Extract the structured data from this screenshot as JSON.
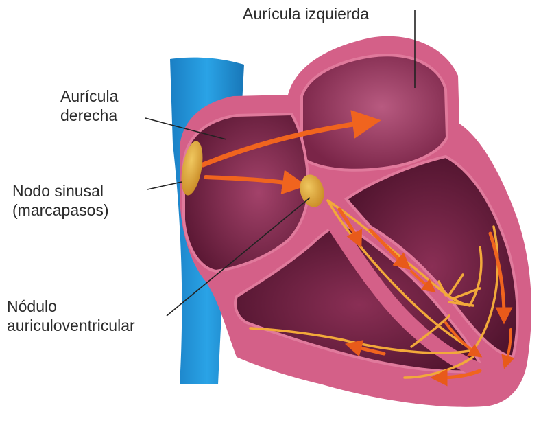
{
  "labels": {
    "left_atrium": "Aurícula izquierda",
    "right_atrium": [
      "Aurícula",
      "derecha"
    ],
    "sinus_node": [
      "Nodo sinusal",
      "(marcapasos)"
    ],
    "av_node": [
      "Nódulo",
      "auriculoventricular"
    ]
  },
  "colors": {
    "vein": "#1d8fd6",
    "heart_wall": "#d0587e",
    "chamber_dark": "#5e1936",
    "chamber_light": "#9c3b63",
    "node": "#d9a33a",
    "impulse_arrow": "#f0641e",
    "pathway": "#f2a93a"
  }
}
